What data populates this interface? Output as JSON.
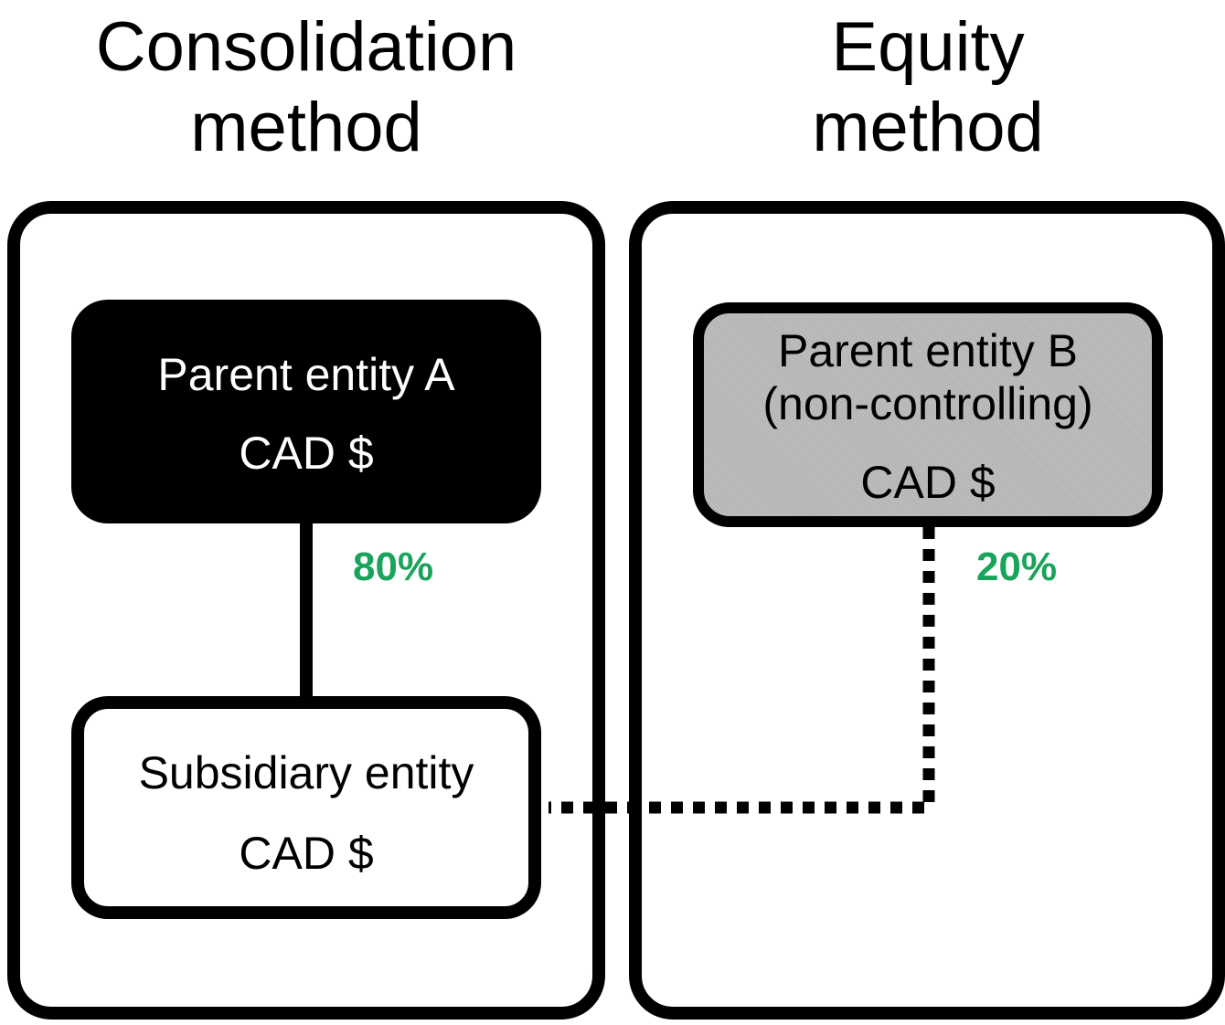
{
  "headings": {
    "left": {
      "line1": "Consolidation",
      "line2": "method"
    },
    "right": {
      "line1": "Equity",
      "line2": "method"
    }
  },
  "entities": {
    "parent_a": {
      "line1": "Parent entity A",
      "line2": "CAD $"
    },
    "subsidiary": {
      "line1": "Subsidiary entity",
      "line2": "CAD $"
    },
    "parent_b": {
      "line1": "Parent entity B",
      "line2": "(non-controlling)",
      "line3": "CAD $"
    }
  },
  "ownership": {
    "parent_a_to_subsidiary": "80%",
    "parent_b_to_subsidiary": "20%"
  },
  "colors": {
    "ownership_label": "#1aa35a",
    "parent_a_fill": "#000000",
    "parent_b_fill": "#b4b4b4",
    "border": "#000000"
  }
}
